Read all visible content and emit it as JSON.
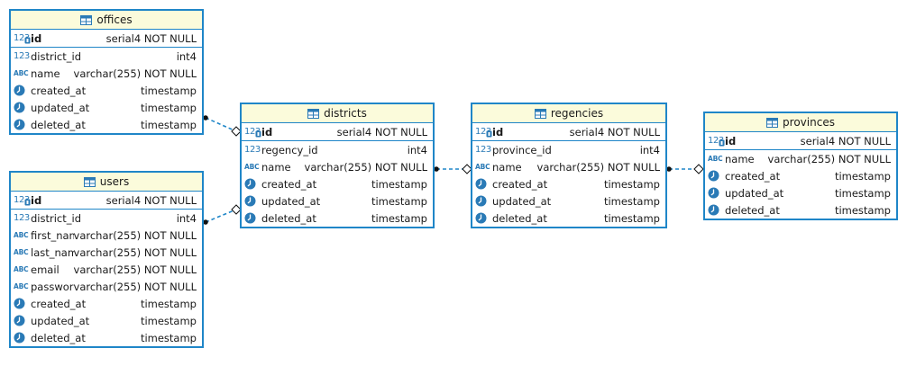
{
  "colors": {
    "border": "#1f86c8",
    "header_bg": "#fbfbdb",
    "icon": "#2a7ab6"
  },
  "entities": {
    "offices": {
      "name": "offices",
      "columns": [
        {
          "name": "id",
          "type": "serial4 NOT NULL",
          "icon": "numeric-key-icon"
        },
        {
          "name": "district_id",
          "type": "int4",
          "icon": "numeric-icon"
        },
        {
          "name": "name",
          "type": "varchar(255) NOT NULL",
          "icon": "text-icon"
        },
        {
          "name": "created_at",
          "type": "timestamp",
          "icon": "clock-icon"
        },
        {
          "name": "updated_at",
          "type": "timestamp",
          "icon": "clock-icon"
        },
        {
          "name": "deleted_at",
          "type": "timestamp",
          "icon": "clock-icon"
        }
      ]
    },
    "users": {
      "name": "users",
      "columns": [
        {
          "name": "id",
          "type": "serial4 NOT NULL",
          "icon": "numeric-key-icon"
        },
        {
          "name": "district_id",
          "type": "int4",
          "icon": "numeric-icon"
        },
        {
          "name": "first_name",
          "type": "varchar(255) NOT NULL",
          "icon": "text-icon"
        },
        {
          "name": "last_name",
          "type": "varchar(255) NOT NULL",
          "icon": "text-icon"
        },
        {
          "name": "email",
          "type": "varchar(255) NOT NULL",
          "icon": "text-icon"
        },
        {
          "name": "password",
          "type": "varchar(255) NOT NULL",
          "icon": "text-icon"
        },
        {
          "name": "created_at",
          "type": "timestamp",
          "icon": "clock-icon"
        },
        {
          "name": "updated_at",
          "type": "timestamp",
          "icon": "clock-icon"
        },
        {
          "name": "deleted_at",
          "type": "timestamp",
          "icon": "clock-icon"
        }
      ]
    },
    "districts": {
      "name": "districts",
      "columns": [
        {
          "name": "id",
          "type": "serial4 NOT NULL",
          "icon": "numeric-key-icon"
        },
        {
          "name": "regency_id",
          "type": "int4",
          "icon": "numeric-icon"
        },
        {
          "name": "name",
          "type": "varchar(255) NOT NULL",
          "icon": "text-icon"
        },
        {
          "name": "created_at",
          "type": "timestamp",
          "icon": "clock-icon"
        },
        {
          "name": "updated_at",
          "type": "timestamp",
          "icon": "clock-icon"
        },
        {
          "name": "deleted_at",
          "type": "timestamp",
          "icon": "clock-icon"
        }
      ]
    },
    "regencies": {
      "name": "regencies",
      "columns": [
        {
          "name": "id",
          "type": "serial4 NOT NULL",
          "icon": "numeric-key-icon"
        },
        {
          "name": "province_id",
          "type": "int4",
          "icon": "numeric-icon"
        },
        {
          "name": "name",
          "type": "varchar(255) NOT NULL",
          "icon": "text-icon"
        },
        {
          "name": "created_at",
          "type": "timestamp",
          "icon": "clock-icon"
        },
        {
          "name": "updated_at",
          "type": "timestamp",
          "icon": "clock-icon"
        },
        {
          "name": "deleted_at",
          "type": "timestamp",
          "icon": "clock-icon"
        }
      ]
    },
    "provinces": {
      "name": "provinces",
      "columns": [
        {
          "name": "id",
          "type": "serial4 NOT NULL",
          "icon": "numeric-key-icon"
        },
        {
          "name": "name",
          "type": "varchar(255) NOT NULL",
          "icon": "text-icon"
        },
        {
          "name": "created_at",
          "type": "timestamp",
          "icon": "clock-icon"
        },
        {
          "name": "updated_at",
          "type": "timestamp",
          "icon": "clock-icon"
        },
        {
          "name": "deleted_at",
          "type": "timestamp",
          "icon": "clock-icon"
        }
      ]
    }
  },
  "relationships": [
    {
      "from": "offices",
      "to": "districts"
    },
    {
      "from": "users",
      "to": "districts"
    },
    {
      "from": "districts",
      "to": "regencies"
    },
    {
      "from": "regencies",
      "to": "provinces"
    }
  ]
}
